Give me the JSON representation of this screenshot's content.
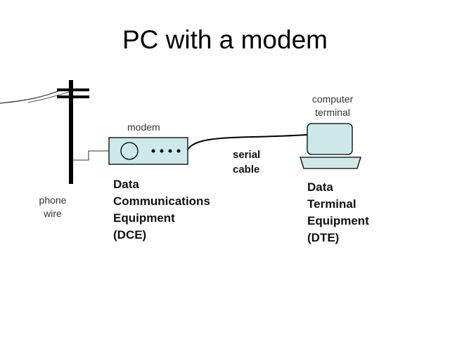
{
  "title": "PC with a modem",
  "labels": {
    "modem": "modem",
    "computer_terminal": [
      "computer",
      "terminal"
    ],
    "phone_wire": [
      "phone",
      "wire"
    ],
    "serial_cable": [
      "serial",
      "cable"
    ],
    "dce": [
      "Data",
      "Communications",
      "Equipment",
      "(DCE)"
    ],
    "dte": [
      "Data",
      "Terminal",
      "Equipment",
      "(DTE)"
    ]
  },
  "colors": {
    "device_fill": "#cde9ea",
    "outline": "#000000",
    "cable": "#000000"
  }
}
